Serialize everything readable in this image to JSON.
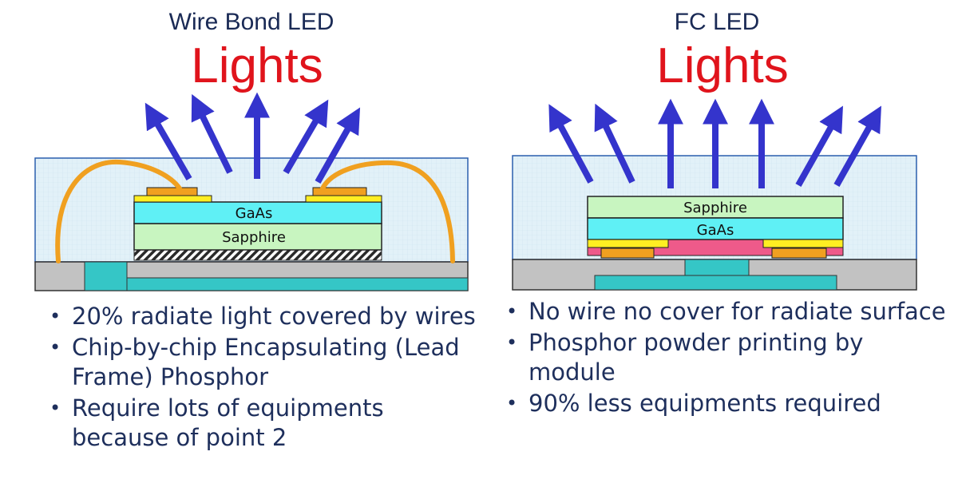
{
  "panels": [
    {
      "subtitle": "Wire Bond LED",
      "heading": "Lights",
      "layers": {
        "top": "GaAs",
        "bottom": "Sapphire"
      },
      "bullets": [
        "20% radiate light covered by wires",
        "Chip-by-chip Encapsulating (Lead Frame) Phosphor",
        "Require lots of equipments because of point 2"
      ]
    },
    {
      "subtitle": "FC LED",
      "heading": "Lights",
      "layers": {
        "top": "Sapphire",
        "bottom": "GaAs"
      },
      "bullets": [
        "No wire no cover for radiate surface",
        "Phosphor powder printing by module",
        "90% less equipments required"
      ]
    }
  ],
  "colors": {
    "subtitle": "#1a2a55",
    "heading": "#e0141c",
    "arrow": "#3434cc",
    "wire": "#f0a020",
    "gaas_layer": "#5ff0f5",
    "sapphire_layer": "#c8f5c0",
    "electrode": "#f0a020",
    "contact": "#ffee22",
    "pink_layer": "#ee5a8a",
    "substrate": "#35c6c6",
    "frame": "#c2c2c2",
    "encapsulant": "#e2f1f8"
  }
}
